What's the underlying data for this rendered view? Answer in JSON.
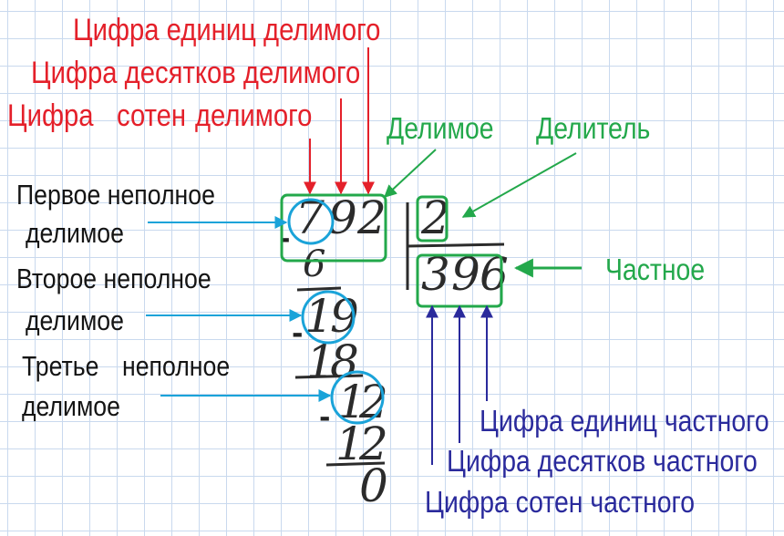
{
  "labels": {
    "units_dividend": "Цифра единиц делимого",
    "tens_dividend": "Цифра десятков делимого",
    "hundreds_dividend_word1": "Цифра",
    "hundreds_dividend_word2": "сотен",
    "hundreds_dividend_word3": "делимого",
    "dividend": "Делимое",
    "divisor": "Делитель",
    "quotient": "Частное",
    "first_partial_line1": "Первое неполное",
    "first_partial_line2": "делимое",
    "second_partial_line1": "Второе неполное",
    "second_partial_line2": "делимое",
    "third_partial_line1": "Третье",
    "third_partial_line1b": "неполное",
    "third_partial_line2": "делимое",
    "units_quotient": "Цифра единиц частного",
    "tens_quotient": "Цифра десятков частного",
    "hundreds_quotient": "Цифра сотен частного"
  },
  "digits": {
    "dividend": [
      "7",
      "9",
      "2"
    ],
    "divisor": "2",
    "quotient": [
      "3",
      "9",
      "6"
    ],
    "sub1": "6",
    "partial2": [
      "1",
      "9"
    ],
    "sub2": [
      "1",
      "8"
    ],
    "partial3": [
      "1",
      "2"
    ],
    "sub3": [
      "1",
      "2"
    ],
    "remainder": "0",
    "minus": "-"
  },
  "colors": {
    "red": "#e4202a",
    "green": "#23a84b",
    "blue": "#1aa3d9",
    "navy": "#2a2a9c",
    "grid": "#c9d9ee",
    "ink": "#2b2b2b"
  }
}
